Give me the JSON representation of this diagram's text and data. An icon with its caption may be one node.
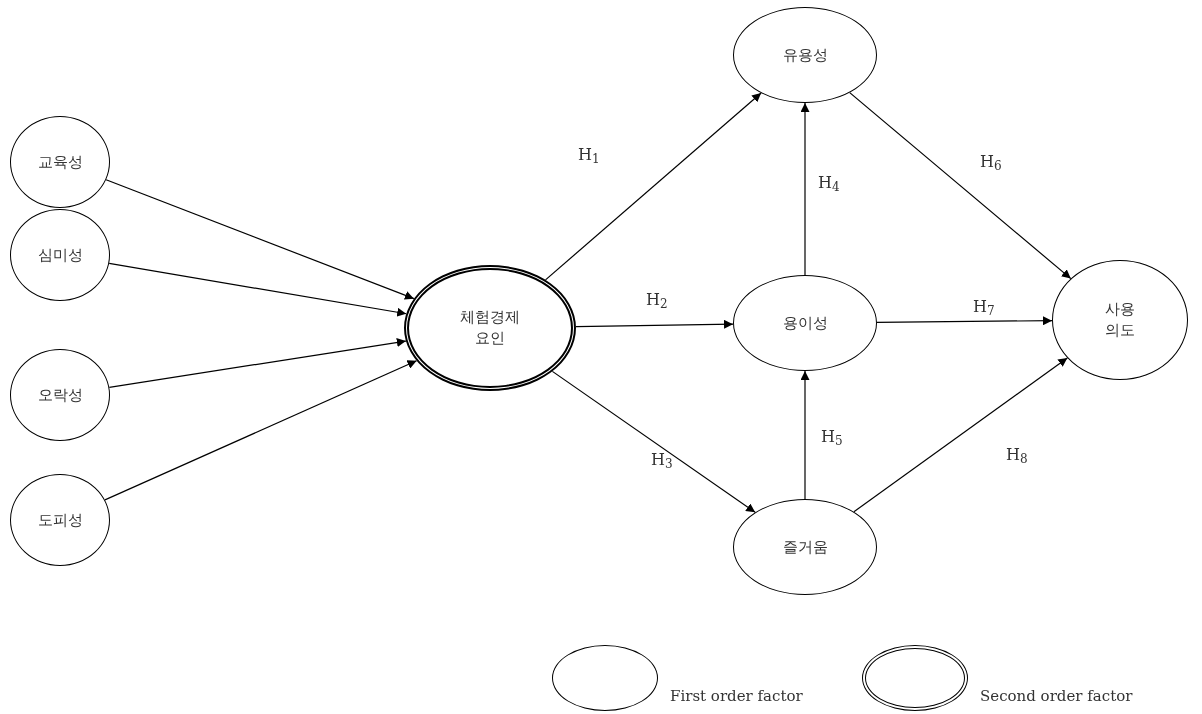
{
  "diagram": {
    "nodes": [
      {
        "text": [
          "교육성"
        ]
      },
      {
        "text": [
          "심미성"
        ]
      },
      {
        "text": [
          "오락성"
        ]
      },
      {
        "text": [
          "도피성"
        ]
      },
      {
        "text": [
          "체험경제 요인"
        ]
      },
      {
        "text": [
          "유용성"
        ]
      },
      {
        "text": [
          "용이성"
        ]
      },
      {
        "text": [
          "즐거움"
        ]
      },
      {
        "text": [
          "사용 의도"
        ]
      }
    ],
    "edges": [
      {
        "from": 0,
        "to": 4,
        "arrow": "to"
      },
      {
        "from": 1,
        "to": 4,
        "arrow": "to"
      },
      {
        "from": 2,
        "to": 4,
        "arrow": "to"
      },
      {
        "from": 3,
        "to": 4,
        "arrow": "to"
      },
      {
        "from": 4,
        "to": 5,
        "arrow": "to",
        "label": "H$_{1}$"
      },
      {
        "from": 4,
        "to": 6,
        "arrow": "to",
        "label": "H$_{2}$"
      },
      {
        "from": 4,
        "to": 7,
        "arrow": "to",
        "label": "H$_{3}$"
      },
      {
        "from": 6,
        "to": 5,
        "arrow": "to",
        "label": "H$_{4}$"
      },
      {
        "from": 7,
        "to": 6,
        "arrow": "to",
        "label": "H$_{5}$"
      },
      {
        "from": 5,
        "to": 8,
        "arrow": "to",
        "label": "H$_{6}$"
      },
      {
        "from": 6,
        "to": 8,
        "arrow": "to",
        "label": "H$_{7}$"
      },
      {
        "from": 7,
        "to": 8,
        "arrow": "to",
        "label": "H$_{8}$"
      }
    ],
    "legend": [
      {
        "text": "First order factor"
      },
      {
        "text": "Second order factor"
      }
    ]
  }
}
